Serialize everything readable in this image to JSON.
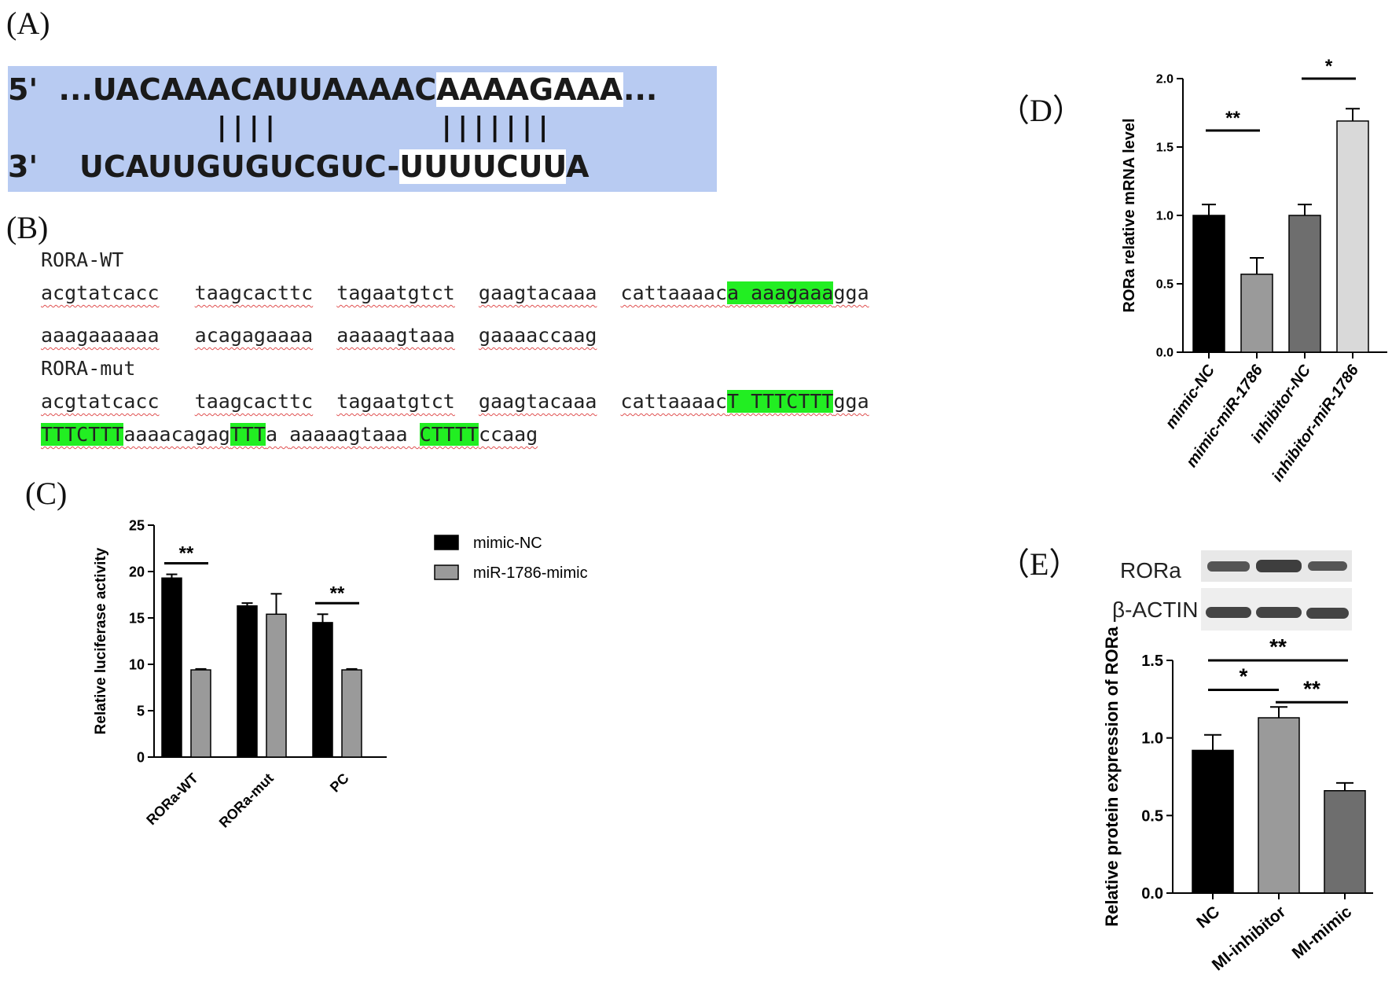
{
  "panels": {
    "A": "(A)",
    "B": "(B)",
    "C": "(C)",
    "D": "（D）",
    "E": "（E）"
  },
  "panelA": {
    "line1_prefix": "5'  ...UACAAACAUUAAAAC",
    "line1_highlight": "AAAAGAAA",
    "line1_suffix": "...",
    "pairs_left": "||||",
    "pairs_right": "|||||||",
    "line2_prefix": "3'    UCAUUGUGUCGUC-",
    "line2_highlight": "UUUUCUU",
    "line2_suffix": "A",
    "box_color": "#b8cbf2"
  },
  "panelB": {
    "wt_title": "RORA-WT",
    "mut_title": "RORA-mut",
    "wt_row1": [
      "acgtatcacc",
      "taagcacttc",
      "tagaatgtct",
      "gaagtacaaa",
      "cattaaaac"
    ],
    "wt_row1_green": "a aaagaaa",
    "wt_row1_tail": "gga",
    "wt_row2": [
      "aaagaaaaaa",
      "acagagaaaa",
      "aaaaagtaaa",
      "gaaaaccaag"
    ],
    "mut_row1": [
      "acgtatcacc",
      "taagcacttc",
      "tagaatgtct",
      "gaagtacaaa",
      "cattaaaac"
    ],
    "mut_row1_green": "T TTTCTTT",
    "mut_row1_tail": "gga",
    "mut_row2": [
      {
        "text": "TTTCTTT",
        "green": true
      },
      {
        "text": "aaaacagag",
        "green": false
      },
      {
        "text": "TTT",
        "green": true
      },
      {
        "text": "a ",
        "green": false
      },
      {
        "text": "aaaaagtaaa ",
        "green": false
      },
      {
        "text": "CTTTT",
        "green": true
      },
      {
        "text": "ccaag",
        "green": false
      }
    ],
    "highlight_color": "#22ee22"
  },
  "chart_data": [
    {
      "panel": "C",
      "type": "bar",
      "categories": [
        "RORa-WT",
        "RORa-mut",
        "PC"
      ],
      "series": [
        {
          "name": "mimic-NC",
          "values": [
            19.3,
            16.3,
            14.5
          ],
          "errors": [
            0.4,
            0.3,
            0.9
          ],
          "color": "#000000"
        },
        {
          "name": "miR-1786-mimic",
          "values": [
            9.4,
            15.4,
            9.4
          ],
          "errors": [
            0.1,
            2.2,
            0.1
          ],
          "color": "#9a9a9a"
        }
      ],
      "ylabel": "Relative luciferase activity",
      "ylim": [
        0,
        25
      ],
      "yticks": [
        "0",
        "5",
        "10",
        "15",
        "20",
        "25"
      ],
      "annotations": [
        {
          "category": 0,
          "label": "**"
        },
        {
          "category": 2,
          "label": "**"
        }
      ]
    },
    {
      "panel": "D",
      "type": "bar",
      "categories": [
        "mimic-NC",
        "mimic-miR-1786",
        "inhibitor-NC",
        "inhibitor-miR-1786"
      ],
      "values": [
        1.0,
        0.57,
        1.0,
        1.69
      ],
      "errors": [
        0.08,
        0.12,
        0.08,
        0.09
      ],
      "colors": [
        "#000000",
        "#9a9a9a",
        "#6e6e6e",
        "#d9d9d9"
      ],
      "ylabel": "RORa relative mRNA level",
      "ylim": [
        0,
        2.0
      ],
      "yticks": [
        "0.0",
        "0.5",
        "1.0",
        "1.5",
        "2.0"
      ],
      "annotations": [
        {
          "from": 0,
          "to": 1,
          "label": "**"
        },
        {
          "from": 2,
          "to": 3,
          "label": "*"
        }
      ]
    },
    {
      "panel": "E",
      "type": "bar",
      "categories": [
        "NC",
        "MI-inhibitor",
        "MI-mimic"
      ],
      "values": [
        0.92,
        1.13,
        0.66
      ],
      "errors": [
        0.1,
        0.07,
        0.05
      ],
      "colors": [
        "#000000",
        "#9a9a9a",
        "#6e6e6e"
      ],
      "ylabel": "Relative protein expression of RORa",
      "ylim": [
        0,
        1.5
      ],
      "yticks": [
        "0.0",
        "0.5",
        "1.0",
        "1.5"
      ],
      "annotations": [
        {
          "from": 0,
          "to": 2,
          "label": "**",
          "level": 1.5
        },
        {
          "from": 0,
          "to": 1,
          "label": "*",
          "level": 1.31
        },
        {
          "from": 1,
          "to": 2,
          "label": "**",
          "level": 1.23
        }
      ],
      "blot_labels": [
        "RORa",
        "β-ACTIN"
      ]
    }
  ]
}
